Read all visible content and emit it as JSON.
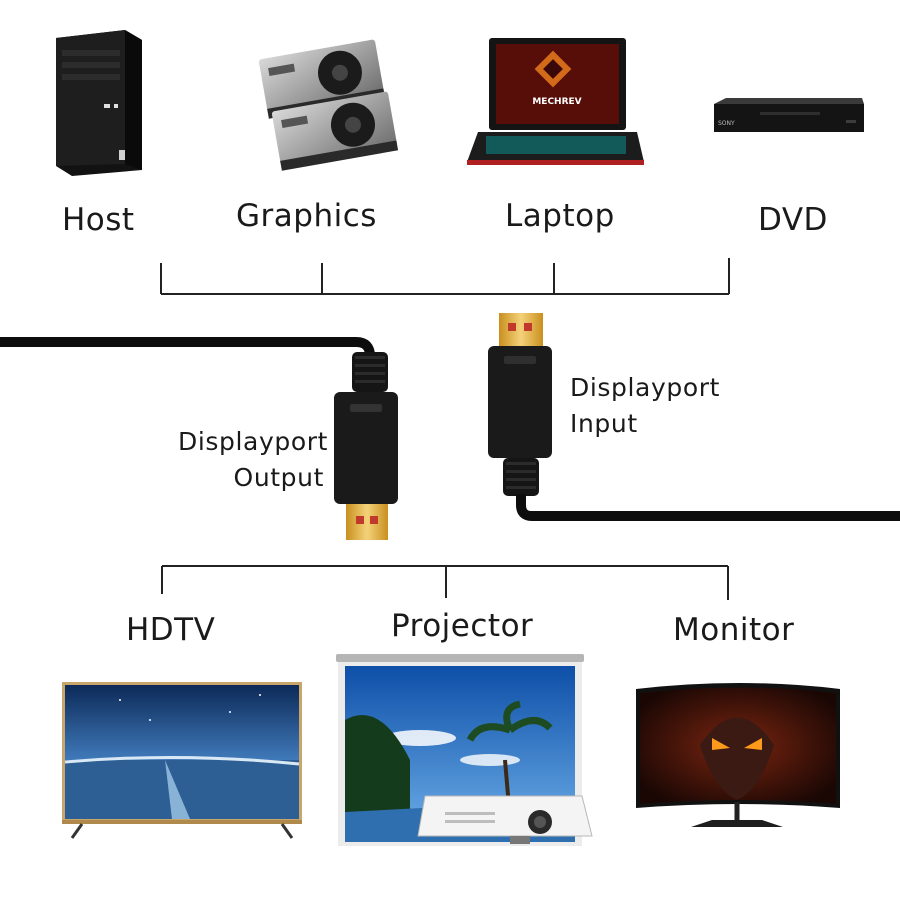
{
  "sources": [
    {
      "id": "host",
      "label": "Host"
    },
    {
      "id": "graphics",
      "label": "Graphics"
    },
    {
      "id": "laptop",
      "label": "Laptop"
    },
    {
      "id": "dvd",
      "label": "DVD"
    }
  ],
  "laptop_screen_text": "MECHREV",
  "dvd_brand_text": "SONY",
  "connectors": {
    "output": {
      "line1": "Displayport",
      "line2": "Output"
    },
    "input": {
      "line1": "Displayport",
      "line2": "Input"
    }
  },
  "displays": [
    {
      "id": "hdtv",
      "label": "HDTV"
    },
    {
      "id": "projector",
      "label": "Projector"
    },
    {
      "id": "monitor",
      "label": "Monitor"
    }
  ],
  "colors": {
    "line": "#222222",
    "cable": "#0d0d0d",
    "gold": "#e6b84a",
    "pin": "#c0392b"
  }
}
